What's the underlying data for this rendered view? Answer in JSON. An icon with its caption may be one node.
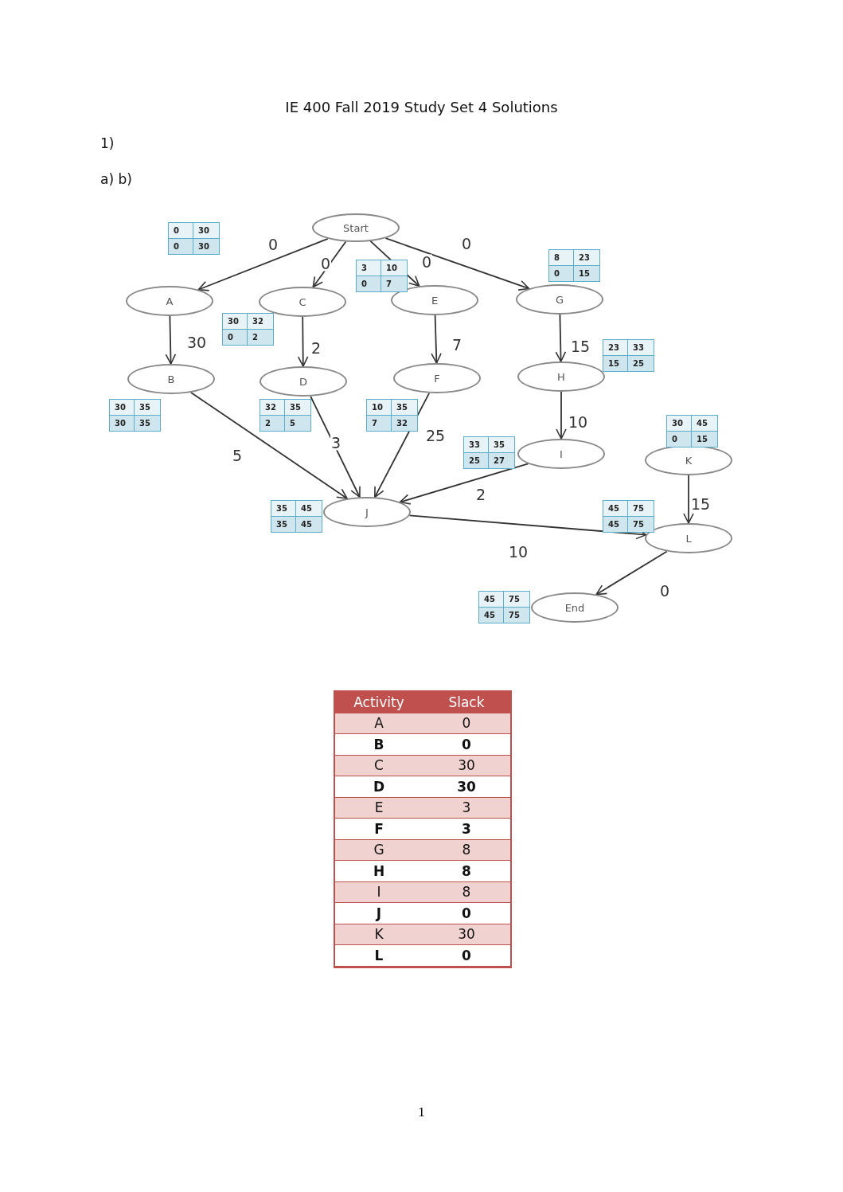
{
  "diagram": {
    "title": "IE 400 Fall 2019 Study Set 4 Solutions",
    "nodes": [
      {
        "text": [
          "Start"
        ]
      },
      {
        "text": [
          "A"
        ],
        "beside": [
          "0",
          "30",
          "0",
          "30"
        ]
      },
      {
        "text": [
          "C"
        ],
        "beside": [
          "30",
          "32",
          "0",
          "2"
        ]
      },
      {
        "text": [
          "E"
        ],
        "beside": [
          "3",
          "10",
          "0",
          "7"
        ]
      },
      {
        "text": [
          "G"
        ],
        "beside": [
          "8",
          "23",
          "0",
          "15"
        ]
      },
      {
        "text": [
          "B"
        ],
        "beside": [
          "30",
          "35",
          "30",
          "35"
        ]
      },
      {
        "text": [
          "D"
        ],
        "beside": [
          "32",
          "35",
          "2",
          "5"
        ]
      },
      {
        "text": [
          "F"
        ],
        "beside": [
          "10",
          "35",
          "7",
          "32"
        ]
      },
      {
        "text": [
          "H"
        ],
        "beside": [
          "23",
          "33",
          "15",
          "25"
        ]
      },
      {
        "text": [
          "I"
        ],
        "beside": [
          "33",
          "35",
          "25",
          "27"
        ]
      },
      {
        "text": [
          "K"
        ],
        "beside": [
          "30",
          "45",
          "0",
          "15"
        ]
      },
      {
        "text": [
          "J"
        ],
        "beside": [
          "35",
          "45",
          "35",
          "45"
        ]
      },
      {
        "text": [
          "L"
        ],
        "beside": [
          "45",
          "75",
          "45",
          "75"
        ]
      },
      {
        "text": [
          "End"
        ],
        "beside": [
          "45",
          "75",
          "45",
          "75"
        ]
      }
    ],
    "edges": [
      {
        "from": 0,
        "to": 1,
        "arrow": "to",
        "label": "0"
      },
      {
        "from": 0,
        "to": 2,
        "arrow": "to",
        "label": "0"
      },
      {
        "from": 0,
        "to": 3,
        "arrow": "to",
        "label": "0"
      },
      {
        "from": 0,
        "to": 4,
        "arrow": "to",
        "label": "0"
      },
      {
        "from": 1,
        "to": 5,
        "arrow": "to",
        "label": "30"
      },
      {
        "from": 2,
        "to": 6,
        "arrow": "to",
        "label": "2"
      },
      {
        "from": 3,
        "to": 7,
        "arrow": "to",
        "label": "7"
      },
      {
        "from": 4,
        "to": 8,
        "arrow": "to",
        "label": "15"
      },
      {
        "from": 8,
        "to": 9,
        "arrow": "to",
        "label": "10"
      },
      {
        "from": 5,
        "to": 11,
        "arrow": "to",
        "label": "5"
      },
      {
        "from": 6,
        "to": 11,
        "arrow": "to",
        "label": "3"
      },
      {
        "from": 7,
        "to": 11,
        "arrow": "to",
        "label": "25"
      },
      {
        "from": 9,
        "to": 11,
        "arrow": "to",
        "label": "2"
      },
      {
        "from": 11,
        "to": 12,
        "arrow": "to",
        "label": "10"
      },
      {
        "from": 10,
        "to": 12,
        "arrow": "to",
        "label": "15"
      },
      {
        "from": 12,
        "to": 13,
        "arrow": "to",
        "label": "0"
      }
    ],
    "labels": [
      "1)",
      "a) b)",
      "Activity",
      "Slack",
      "A",
      "0",
      "B",
      "0",
      "C",
      "30",
      "D",
      "30",
      "E",
      "3",
      "F",
      "3",
      "G",
      "8",
      "H",
      "8",
      "I",
      "8",
      "J",
      "0",
      "K",
      "30",
      "L",
      "0",
      "1"
    ]
  }
}
